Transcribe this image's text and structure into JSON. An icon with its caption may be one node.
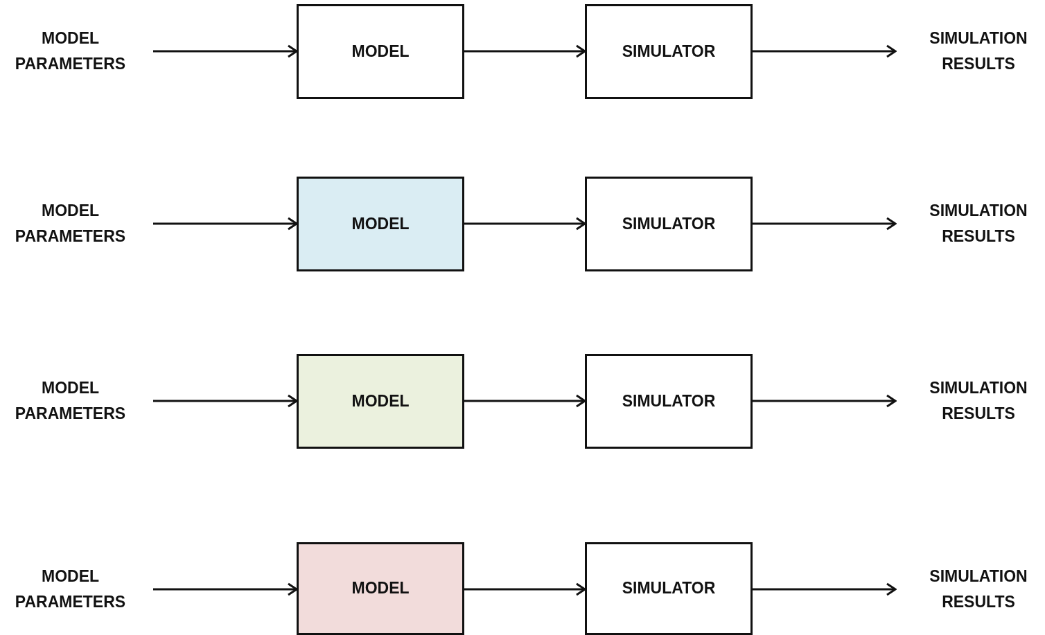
{
  "diagram": {
    "nodes": [
      {
        "text": [
          "MODEL PARAMETERS"
        ]
      },
      {
        "text": [
          "MODEL"
        ]
      },
      {
        "text": [
          "SIMULATOR"
        ]
      },
      {
        "text": [
          "SIMULATION RESULTS"
        ]
      },
      {
        "text": [
          "MODEL PARAMETERS"
        ]
      },
      {
        "text": [
          "MODEL"
        ]
      },
      {
        "text": [
          "SIMULATOR"
        ]
      },
      {
        "text": [
          "SIMULATION RESULTS"
        ]
      },
      {
        "text": [
          "MODEL PARAMETERS"
        ]
      },
      {
        "text": [
          "MODEL"
        ]
      },
      {
        "text": [
          "SIMULATOR"
        ]
      },
      {
        "text": [
          "SIMULATION RESULTS"
        ]
      },
      {
        "text": [
          "MODEL PARAMETERS"
        ]
      },
      {
        "text": [
          "MODEL"
        ]
      },
      {
        "text": [
          "SIMULATOR"
        ]
      },
      {
        "text": [
          "SIMULATION RESULTS"
        ]
      }
    ],
    "edges": [
      {
        "from": 0,
        "to": 1,
        "arrow": "to"
      },
      {
        "from": 1,
        "to": 2,
        "arrow": "to"
      },
      {
        "from": 2,
        "to": 3,
        "arrow": "to"
      },
      {
        "from": 4,
        "to": 5,
        "arrow": "to"
      },
      {
        "from": 5,
        "to": 6,
        "arrow": "to"
      },
      {
        "from": 6,
        "to": 7,
        "arrow": "to"
      },
      {
        "from": 8,
        "to": 9,
        "arrow": "to"
      },
      {
        "from": 9,
        "to": 10,
        "arrow": "to"
      },
      {
        "from": 10,
        "to": 11,
        "arrow": "to"
      },
      {
        "from": 12,
        "to": 13,
        "arrow": "to"
      },
      {
        "from": 13,
        "to": 14,
        "arrow": "to"
      },
      {
        "from": 14,
        "to": 15,
        "arrow": "to"
      }
    ]
  }
}
